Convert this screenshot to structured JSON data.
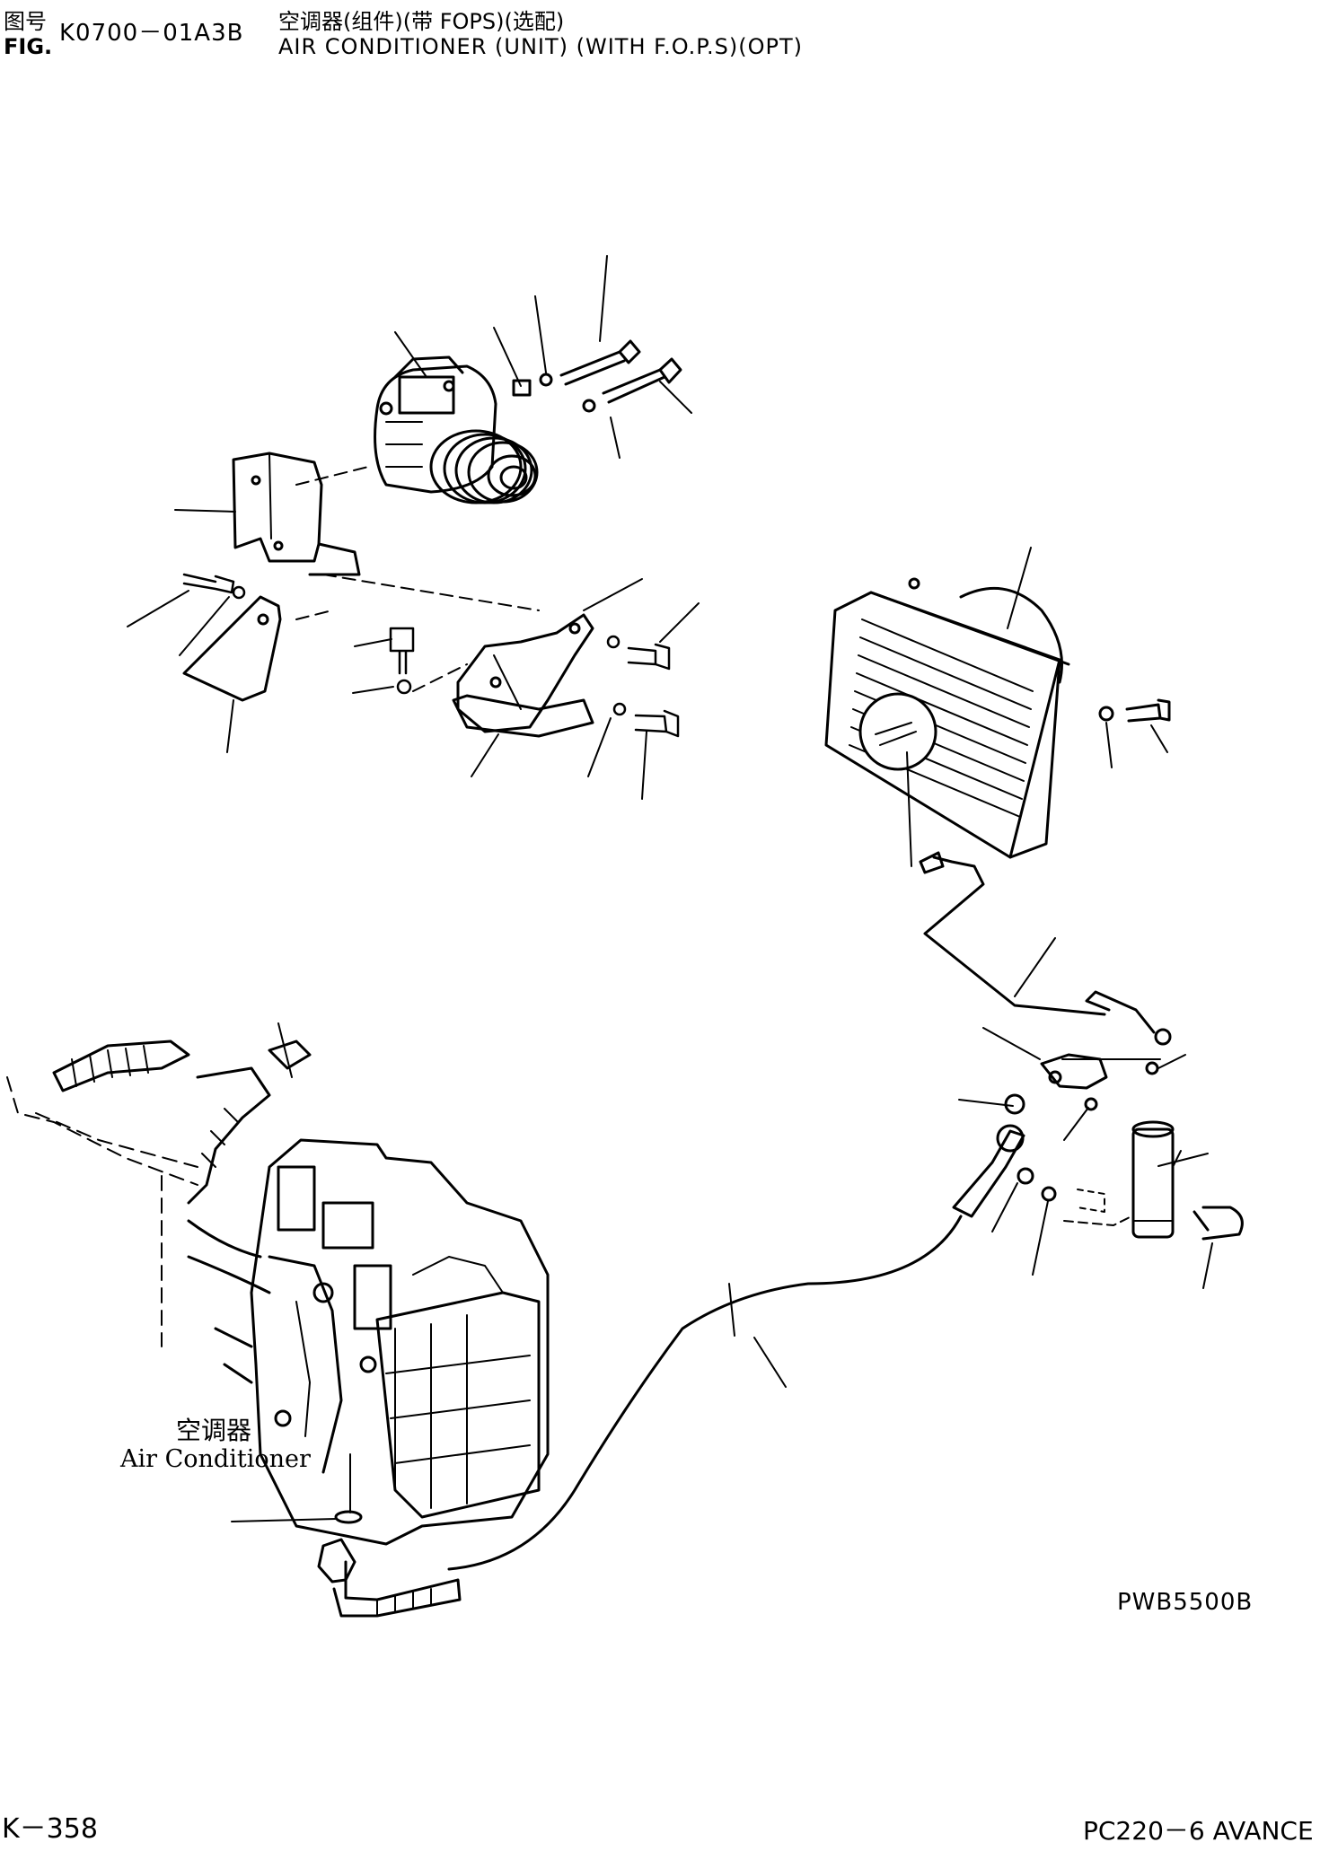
{
  "header": {
    "fig_label_cn": "图号",
    "fig_label_en": "FIG.",
    "fig_number": "K0700－01A3B",
    "title_cn": "空调器(组件)(带 FOPS)(选配)",
    "title_en": "AIR CONDITIONER (UNIT) (WITH F.O.P.S)(OPT)"
  },
  "diagram": {
    "ac_label_cn": "空调器",
    "ac_label_en": "Air Conditioner",
    "drawing_code": "PWB5500B"
  },
  "footer": {
    "page_number": "K－358",
    "model": "PC220－6 AVANCE"
  }
}
